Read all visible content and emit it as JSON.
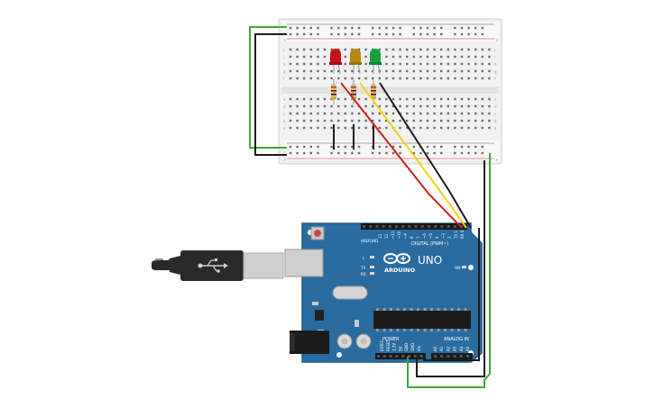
{
  "colors": {
    "board": "#2a6ca0",
    "board_edge": "#1f5a88",
    "breadboard": "#f2f2f2",
    "rail_red": "#d92b2b",
    "rail_dark": "#444444",
    "wire_green": "#3aa83a",
    "wire_black": "#1b1b1b",
    "wire_red": "#d01f1f",
    "wire_yellow": "#f1d210",
    "led_red": "#c8101a",
    "led_yellow": "#b58a12",
    "led_green": "#17a13a",
    "usb_cable": "#2a2a2a",
    "usb_plug": "#cfcfcf"
  },
  "board": {
    "brand": "ARDUINO",
    "model": "UNO",
    "digital_header_label": "DIGITAL (PWM~)",
    "power_label": "POWER",
    "analog_label": "ANALOG IN",
    "on_label": "ON",
    "l_label": "L",
    "tx_label": "TX",
    "rx_label": "RX",
    "aref_label": "AREF",
    "gnd_label": "GND",
    "digital_pins": [
      "13",
      "12",
      "~11",
      "~10",
      "~9",
      "8",
      "7",
      "~6",
      "~5",
      "4",
      "~3",
      "2",
      "TX 1",
      "RX 0"
    ],
    "power_pins": [
      "IOREF",
      "RESET",
      "3.3V",
      "5V",
      "GND",
      "GND",
      "Vin"
    ],
    "analog_pins": [
      "A0",
      "A1",
      "A2",
      "A3",
      "A4",
      "A5"
    ]
  },
  "breadboard": {
    "row_letters_top": [
      "j",
      "i",
      "h",
      "g",
      "f"
    ],
    "row_letters_bottom": [
      "e",
      "d",
      "c",
      "b",
      "a"
    ],
    "rail_plus": "+",
    "rail_minus": "-"
  },
  "leds": [
    {
      "color": "red"
    },
    {
      "color": "yellow"
    },
    {
      "color": "green"
    }
  ],
  "icons": {
    "usb": "usb-icon",
    "arduino_logo": "arduino-infinity-logo-icon"
  }
}
